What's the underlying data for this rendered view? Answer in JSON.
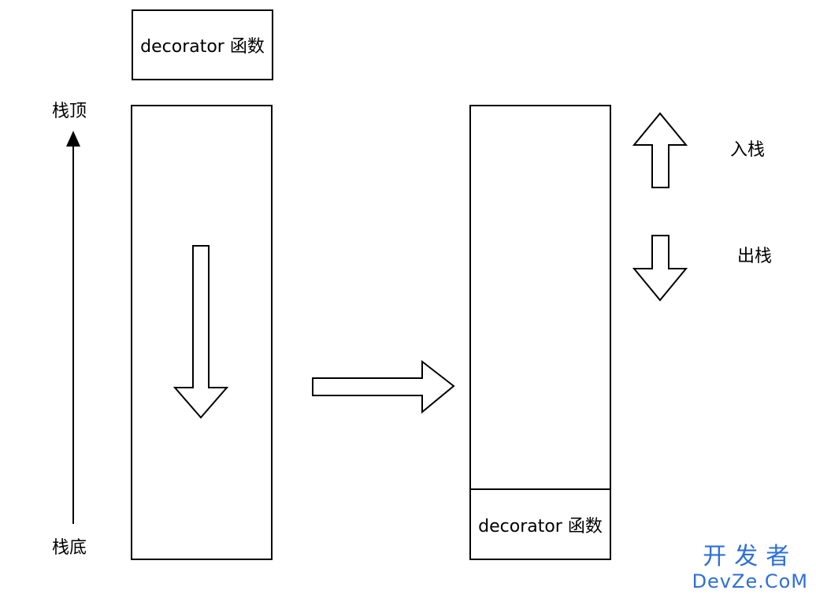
{
  "labels": {
    "decorator_fn": "decorator 函数",
    "stack_top": "栈顶",
    "stack_bottom": "栈底",
    "push": "入栈",
    "pop": "出栈"
  },
  "watermark": {
    "cn": "开发者",
    "en": "DevZe.CoM",
    "color": "#2e6fd8"
  }
}
